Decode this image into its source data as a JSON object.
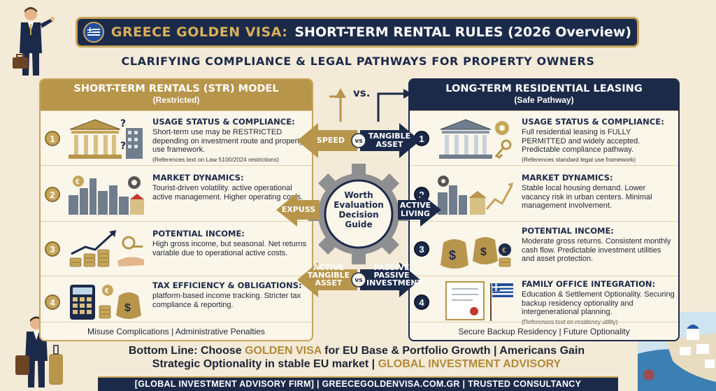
{
  "header": {
    "title_accent": "GREECE GOLDEN VISA:",
    "title_main": "SHORT-TERM RENTAL RULES (2026 Overview)",
    "subtitle": "CLARIFYING COMPLIANCE & LEGAL PATHWAYS FOR PROPERTY OWNERS"
  },
  "left_panel": {
    "title": "SHORT-TERM RENTALS (STR) MODEL",
    "subtitle": "(Restricted)",
    "rows": [
      {
        "num": "1",
        "title": "USAGE STATUS & COMPLIANCE:",
        "body": "Short-term use may be RESTRICTED depending on investment route and property use framework.",
        "note": "(References text on Law 5100/2024 restrictions)"
      },
      {
        "num": "2",
        "title": "MARKET DYNAMICS:",
        "body": "Tourist-driven volatility. active operational active management. Higher operating costs.",
        "note": ""
      },
      {
        "num": "3",
        "title": "POTENTIAL INCOME:",
        "body": "High gross income, but seasonal. Net returns variable due to operational active costs.",
        "note": ""
      },
      {
        "num": "4",
        "title": "TAX EFFICIENCY & OBLIGATIONS:",
        "body": "platform-based income tracking. Stricter tax compliance & reporting.",
        "note": ""
      }
    ],
    "footer": "Misuse Complications | Administrative Penalties"
  },
  "right_panel": {
    "title": "LONG-TERM RESIDENTIAL LEASING",
    "subtitle": "(Safe Pathway)",
    "rows": [
      {
        "num": "1",
        "title": "USAGE STATUS & COMPLIANCE:",
        "body": "Full residential leasing is FULLY PERMITTED and widely accepted. Predictable compliance pathway.",
        "note": "(References standard legal use framework)"
      },
      {
        "num": "2",
        "title": "MARKET DYNAMICS:",
        "body": "Stable local housing demand. Lower vacancy risk in urban centers. Minimal management involvement.",
        "note": ""
      },
      {
        "num": "3",
        "title": "POTENTIAL INCOME:",
        "body": "Moderate gross returns. Consistent monthly cash flow. Predictable investment utilities and asset protection.",
        "note": ""
      },
      {
        "num": "4",
        "title": "FAMILY OFFICE INTEGRATION:",
        "body": "Education & Settlement Optionality. Securing backup residency optionality and intergenerational planning.",
        "note": "(References text on residency utility)"
      }
    ],
    "footer": "Secure Backup Residency | Future Optionality"
  },
  "center": {
    "vs_top": "vs.",
    "speed": "SPEED",
    "vs1": "vs",
    "tangible": "TANGIBLE ASSET",
    "expuss": "EXPUSS",
    "active_living": "ACTIVE LIVING",
    "gear_label": "Worth Evaluation Decision Guide",
    "active_tangible": "ACTIVE TANGIBLE ASSET",
    "vs2": "vs",
    "passive": "PASSIVE PASSIVE INVESTMENT"
  },
  "bottom_line": {
    "part1": "Bottom Line: Choose ",
    "accent1": "GOLDEN VISA",
    "part2": " for EU Base & Portfolio Growth | Americans Gain Strategic Optionality in stable EU market | ",
    "accent2": "GLOBAL INVESTMENT ADVISORY"
  },
  "footer": "[GLOBAL INVESTMENT ADVISORY FIRM] | GREECEGOLDENVISA.COM.GR | TRUSTED CONSULTANCY",
  "colors": {
    "navy": "#1c2a4a",
    "gold": "#c7a55a",
    "cream": "#f3ead8"
  }
}
